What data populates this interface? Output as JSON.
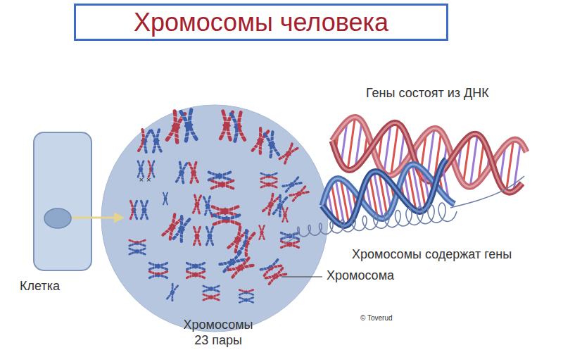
{
  "diagram": {
    "title": "Хромосомы человека",
    "labels": [
      "Гены состоят из ДНК",
      "Хромосомы содержат гены",
      "Хромосома",
      "Клетка",
      "Хромосомы 23 пары",
      "© Toverud"
    ]
  }
}
